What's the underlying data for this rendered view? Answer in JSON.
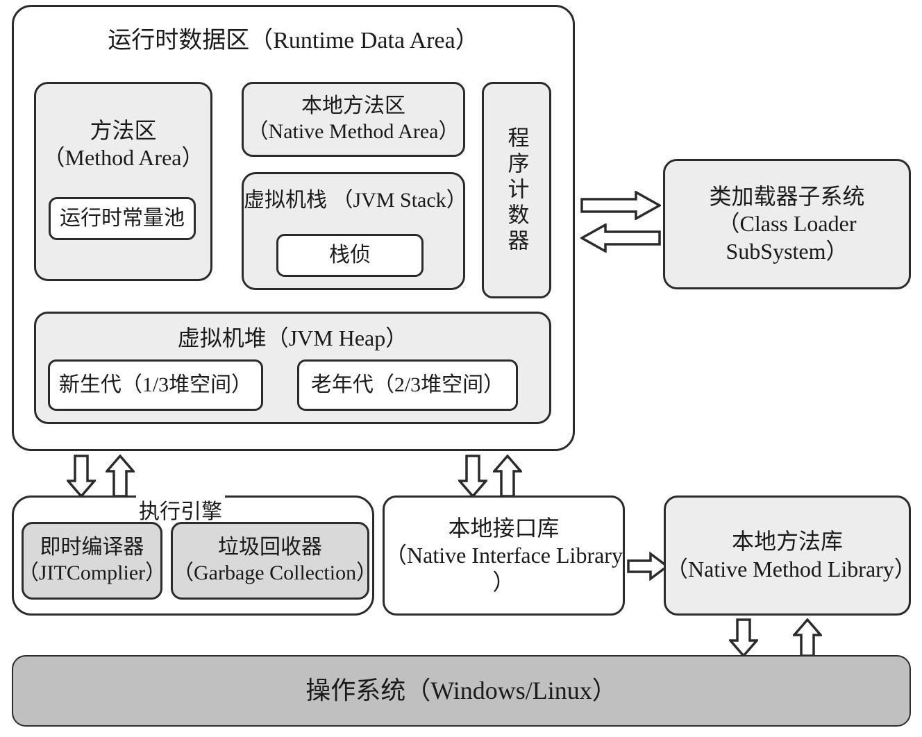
{
  "diagram": {
    "title": "JVM Architecture",
    "colors": {
      "box_fill_light": "#ededed",
      "box_fill_mid": "#d9d9d9",
      "os_fill": "#c0c0c0",
      "stroke": "#2b2b2b",
      "white": "#ffffff"
    }
  },
  "runtime_data_area": {
    "title": "运行时数据区（Runtime Data Area）",
    "method_area": {
      "name_cn": "方法区",
      "name_en": "（Method Area）",
      "constant_pool": "运行时常量池"
    },
    "native_method_area": {
      "name_cn": "本地方法区",
      "name_en": "（Native Method Area）"
    },
    "jvm_stack": {
      "name": "虚拟机栈 （JVM Stack）",
      "frame": "栈侦"
    },
    "program_counter": "程序计数器",
    "jvm_heap": {
      "name": "虚拟机堆（JVM Heap）",
      "young_gen": "新生代（1/3堆空间）",
      "old_gen": "老年代（2/3堆空间）"
    }
  },
  "class_loader": {
    "name_cn": "类加载器子系统",
    "name_en": "（Class Loader SubSystem）"
  },
  "execution_engine": {
    "title": "执行引擎",
    "jit": {
      "name_cn": "即时编译器",
      "name_en": "（JITComplier）"
    },
    "gc": {
      "name_cn": "垃圾回收器",
      "name_en": "（Garbage Collection）"
    }
  },
  "native_interface_library": {
    "name_cn": "本地接口库",
    "name_en": "（Native Interface Library ）"
  },
  "native_method_library": {
    "name_cn": "本地方法库",
    "name_en": "（Native Method Library）"
  },
  "operating_system": {
    "name": "操作系统（Windows/Linux）"
  },
  "arrows": [
    {
      "id": "rda-to-classloader",
      "direction": "right"
    },
    {
      "id": "classloader-to-rda",
      "direction": "left"
    },
    {
      "id": "rda-to-execengine",
      "direction": "down"
    },
    {
      "id": "execengine-to-rda",
      "direction": "up"
    },
    {
      "id": "rda-to-nativeinterface",
      "direction": "down"
    },
    {
      "id": "nativeinterface-to-rda",
      "direction": "up"
    },
    {
      "id": "nativeinterface-to-nativemethodlib",
      "direction": "right"
    },
    {
      "id": "nativemethodlib-to-os",
      "direction": "down"
    },
    {
      "id": "os-to-nativemethodlib",
      "direction": "up"
    }
  ]
}
